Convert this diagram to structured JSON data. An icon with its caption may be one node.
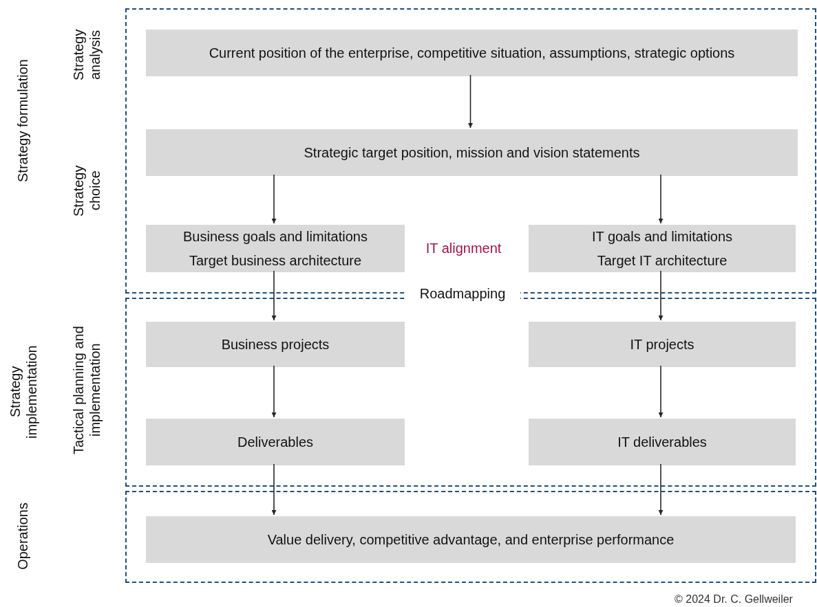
{
  "diagram": {
    "nodes": [
      {
        "text": [],
        "shape": "box"
      },
      {
        "text": [
          "Current position of the enterprise, competitive situation, assumptions, strategic options"
        ],
        "in": 0
      },
      {
        "text": [
          "Strategic target position, mission and vision statements"
        ],
        "in": 0
      },
      {
        "text": [
          "Business goals and limitations",
          "Target business architecture"
        ],
        "in": 0
      },
      {
        "text": [
          "IT goals and limitations",
          "Target IT architecture"
        ],
        "in": 0
      },
      {
        "text": [],
        "shape": "box"
      },
      {
        "text": [
          "Business projects"
        ],
        "in": 5
      },
      {
        "text": [
          "IT projects"
        ],
        "in": 5
      },
      {
        "text": [
          "Deliverables"
        ],
        "in": 5
      },
      {
        "text": [
          "IT deliverables"
        ],
        "in": 5
      },
      {
        "text": [],
        "shape": "box"
      },
      {
        "text": [
          "Value delivery, competitive advantage, and enterprise performance"
        ],
        "in": 10
      }
    ],
    "edges": [
      {
        "from": 1,
        "to": 2,
        "arrow": "to"
      },
      {
        "from": 2,
        "to": 3,
        "arrow": "to"
      },
      {
        "from": 2,
        "to": 4,
        "arrow": "to"
      },
      {
        "from": 3,
        "to": 6,
        "arrow": "to"
      },
      {
        "from": 4,
        "to": 7,
        "arrow": "to"
      },
      {
        "from": 6,
        "to": 8,
        "arrow": "to"
      },
      {
        "from": 7,
        "to": 9,
        "arrow": "to"
      },
      {
        "from": 8,
        "to": 11,
        "arrow": "to"
      },
      {
        "from": 9,
        "to": 11,
        "arrow": "to"
      }
    ],
    "labels": [
      "Strategy formulation",
      "Strategy analysis",
      "Strategy choice",
      "IT alignment",
      "Roadmapping",
      "Strategy implementation",
      "Tactical planning and implementation",
      "Operations",
      "© 2024 Dr. C. Gellweiler"
    ]
  }
}
